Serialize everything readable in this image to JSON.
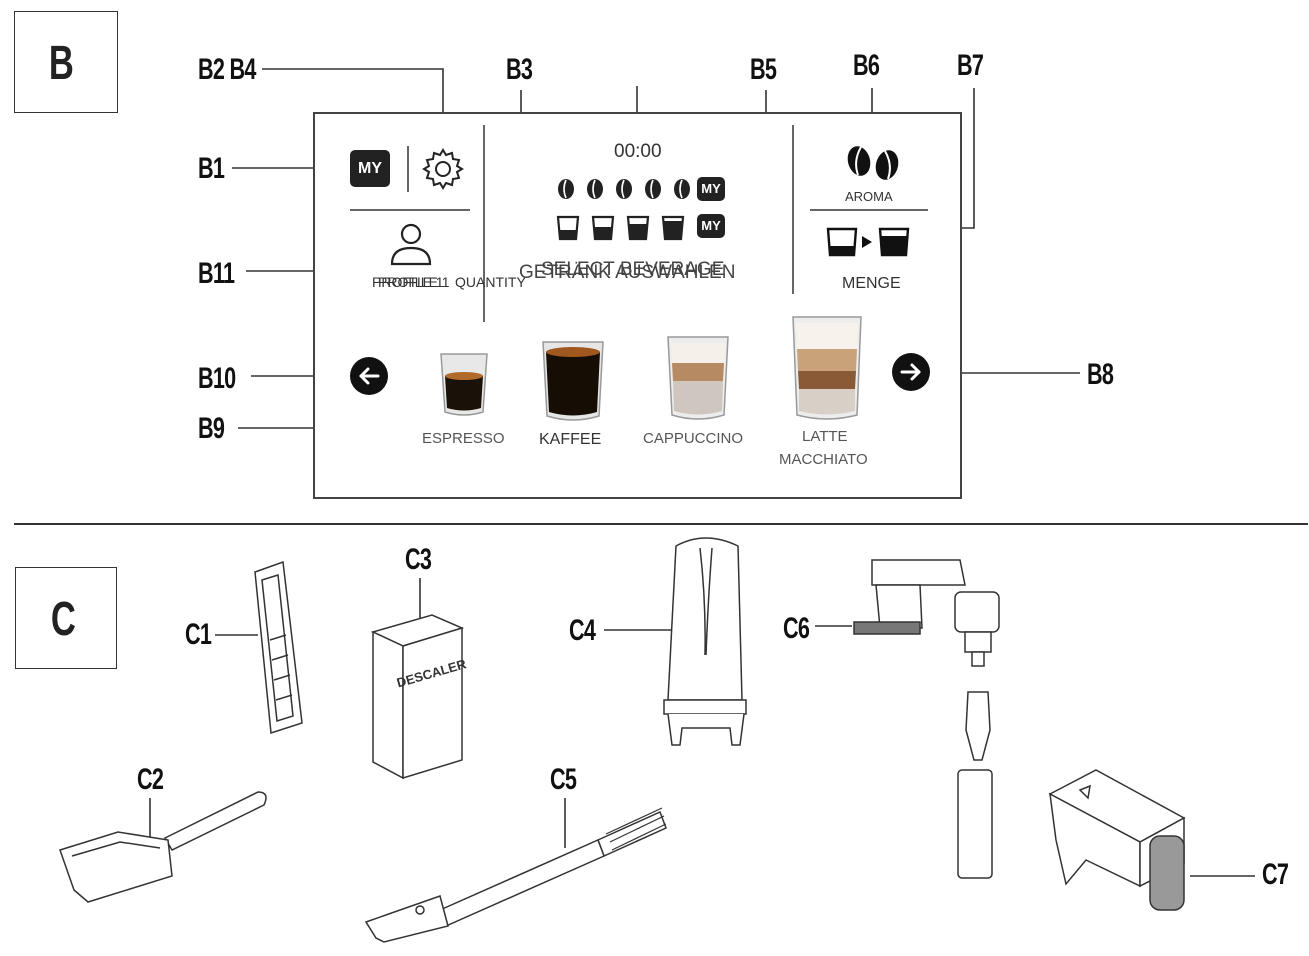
{
  "sections": {
    "b": "B",
    "c": "C"
  },
  "callouts_b": {
    "b1": "B1",
    "b2_b4": "B2 B4",
    "b3": "B3",
    "b5": "B5",
    "b6": "B6",
    "b7": "B7",
    "b8": "B8",
    "b9": "B9",
    "b10": "B10",
    "b11": "B11"
  },
  "callouts_c": {
    "c1": "C1",
    "c2": "C2",
    "c3": "C3",
    "c4": "C4",
    "c5": "C5",
    "c6": "C6",
    "c7": "C7"
  },
  "screen": {
    "clock": "00:00",
    "my_badge": "MY",
    "profile_label": "PROFILE 1",
    "profile_overlap_label": "PROFILE 1",
    "quantity_label": "QUANTITY",
    "heading_de": "GETRÄNK AUSWÄHLEN",
    "heading_en": "SELECT BEVERAGE",
    "aroma_label": "AROMA",
    "menge_label": "MENGE",
    "beverages": [
      "ESPRESSO",
      "KAFFEE",
      "CAPPUCCINO",
      "LATTE",
      "MACCHIATO"
    ]
  },
  "accessories": {
    "descaler_label": "DESCALER"
  }
}
